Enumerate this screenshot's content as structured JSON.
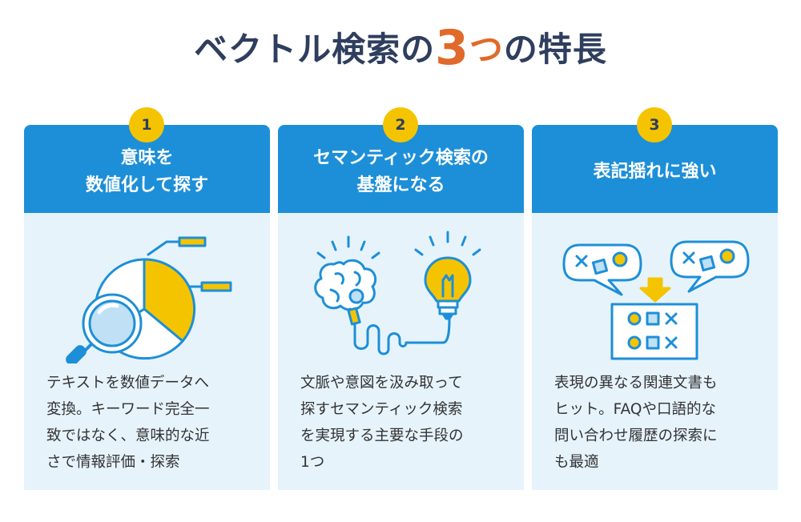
{
  "title": {
    "prefix": "ベクトル検索の",
    "number": "3",
    "accent": "つ",
    "suffix": "の特長"
  },
  "cards": [
    {
      "badge": "1",
      "heading": "意味を\n数値化して探す",
      "description": "テキストを数値データへ\n変換。キーワード完全一\n致ではなく、意味的な近\nさで情報評価・探索",
      "icon": "magnifier-pie-chart-icon"
    },
    {
      "badge": "2",
      "heading": "セマンティック検索の\n基盤になる",
      "description": "文脈や意図を汲み取って\n探すセマンティック検索\nを実現する主要な手段の\n1つ",
      "icon": "brain-lightbulb-icon"
    },
    {
      "badge": "3",
      "heading": "表記揺れに強い",
      "description": "表現の異なる関連文書も\nヒット。FAQや口語的な\n問い合わせ履歴の探索に\nも最適",
      "icon": "speech-bubbles-grid-icon"
    }
  ],
  "colors": {
    "blue": "#1d8fd8",
    "yellow": "#f5c400",
    "navy": "#2f3e5e",
    "accent": "#e06a2a",
    "panel": "#e6f3fb"
  }
}
